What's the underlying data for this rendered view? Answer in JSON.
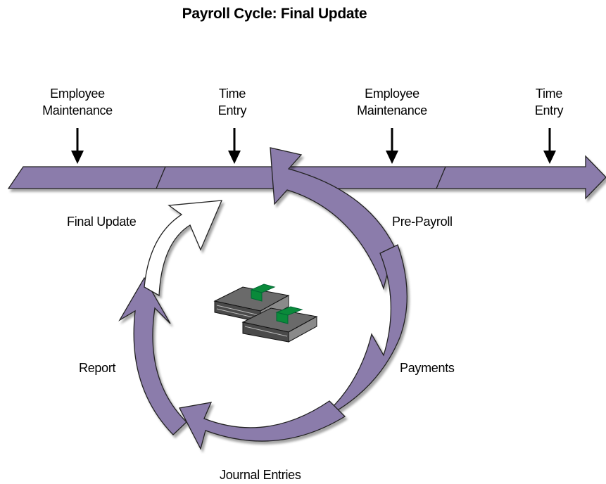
{
  "title": "Payroll Cycle: Final Update",
  "timeline_labels": [
    {
      "line1": "Employee",
      "line2": "Maintenance"
    },
    {
      "line1": "Time",
      "line2": "Entry"
    },
    {
      "line1": "Employee",
      "line2": "Maintenance"
    },
    {
      "line1": "Time",
      "line2": "Entry"
    }
  ],
  "cycle_steps": {
    "final_update": "Final Update",
    "pre_payroll": "Pre-Payroll",
    "payments": "Payments",
    "journal_entries": "Journal Entries",
    "report": "Report"
  },
  "colors": {
    "arrow_fill": "#8b7bab",
    "arrow_stroke": "#222222",
    "money_green": "#0a8a3a"
  },
  "icons": {
    "money": "stacks-of-money-icon"
  }
}
